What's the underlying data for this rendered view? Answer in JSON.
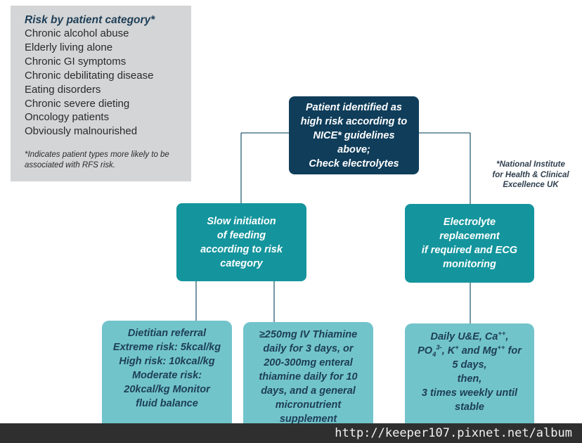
{
  "risk_panel": {
    "title": "Risk by patient category*",
    "items": [
      "Chronic alcohol abuse",
      "Elderly living alone",
      "Chronic GI symptoms",
      "Chronic debilitating disease",
      "Eating disorders",
      "Chronic severe dieting",
      "Oncology patients",
      "Obviously malnourished"
    ],
    "footnote": "*Indicates patient types more likely to be associated with RFS risk."
  },
  "top_box": "Patient identified as\nhigh risk according to\nNICE* guidelines\nabove;\nCheck electrolytes",
  "nice_note": "*National Institute\nfor Health & Clinical\nExcellence UK",
  "left_box": "Slow initiation\nof feeding\naccording to risk\ncategory",
  "right_box": "Electrolyte\nreplacement\nif required and ECG\nmonitoring",
  "dietitian_box": "Dietitian referral\nExtreme risk: 5kcal/kg\nHigh risk: 10kcal/kg\nModerate risk:\n20kcal/kg  Monitor\nfluid balance",
  "thiamine_box": "≥250mg IV Thiamine\ndaily for 3 days, or\n200-300mg enteral\nthiamine daily for 10\ndays, and a general\nmicronutrient\nsupplement",
  "monitoring_box": {
    "line1": "Daily U&E, Ca",
    "ca_charge": "++",
    "sep1": ",",
    "po": "PO",
    "po_sub": "4",
    "po_charge": "3-",
    "sep2": ", K",
    "k_charge": "+",
    "mg_pre": " and Mg",
    "mg_charge": "++",
    "mg_post": " for",
    "rest": "5 days,\nthen,\n3 times weekly until\nstable"
  },
  "watermark": "http://keeper107.pixnet.net/album",
  "colors": {
    "dark_box": "#0f3d5a",
    "teal_box": "#14959d",
    "light_box": "#72c4cb",
    "panel_gray": "#d4d5d6"
  }
}
